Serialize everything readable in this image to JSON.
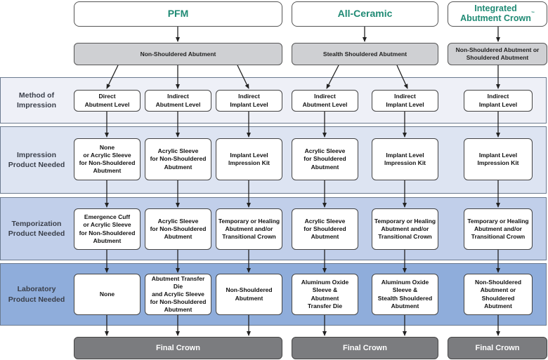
{
  "columns": {
    "pfm": "PFM",
    "all_ceramic": "All-Ceramic",
    "integrated": "Integrated\nAbutment Crown",
    "integrated_tm": "™"
  },
  "abutments": {
    "pfm": "Non-Shouldered Abutment",
    "all_ceramic": "Stealth Shouldered Abutment",
    "integrated": "Non-Shouldered Abutment or\nShouldered Abutment"
  },
  "rows": {
    "method": "Method of\nImpression",
    "impression": "Impression\nProduct Needed",
    "temporization": "Temporization\nProduct Needed",
    "laboratory": "Laboratory\nProduct Needed"
  },
  "method": [
    "Direct\nAbutment Level",
    "Indirect\nAbutment Level",
    "Indirect\nImplant Level",
    "Indirect\nAbutment Level",
    "Indirect\nImplant Level",
    "Indirect\nImplant Level"
  ],
  "impression": [
    "None\nor Acrylic Sleeve\nfor Non-Shouldered\nAbutment",
    "Acrylic Sleeve\nfor Non-Shouldered\nAbutment",
    "Implant Level\nImpression Kit",
    "Acrylic Sleeve\nfor Shouldered\nAbutment",
    "Implant Level\nImpression Kit",
    "Implant Level\nImpression Kit"
  ],
  "temporization": [
    "Emergence Cuff\nor Acrylic Sleeve\nfor Non-Shouldered\nAbutment",
    "Acrylic Sleeve\nfor Non-Shouldered\nAbutment",
    "Temporary or Healing\nAbutment and/or\nTransitional Crown",
    "Acrylic Sleeve\nfor Shouldered\nAbutment",
    "Temporary or Healing\nAbutment and/or\nTransitional Crown",
    "Temporary or Healing\nAbutment and/or\nTransitional Crown"
  ],
  "laboratory": [
    "None",
    "Abutment Transfer Die\nand Acrylic Sleeve\nfor Non-Shouldered\nAbutment",
    "Non-Shouldered\nAbutment",
    "Aluminum Oxide\nSleeve &\nAbutment\nTransfer Die",
    "Aluminum Oxide\nSleeve &\nStealth Shouldered\nAbutment",
    "Non-Shouldered\nAbutment or\nShouldered\nAbutment"
  ],
  "final": {
    "pfm": "Final Crown",
    "all_ceramic": "Final Crown",
    "integrated": "Final Crown"
  },
  "colors": {
    "header_text": "#1f8a74",
    "band_method": "#eef0f7",
    "band_impression": "#dde4f2",
    "band_temporization": "#c1cfea",
    "band_laboratory": "#8faddb",
    "gray_box": "#cfd0d3",
    "final_box": "#7b7c7f"
  }
}
